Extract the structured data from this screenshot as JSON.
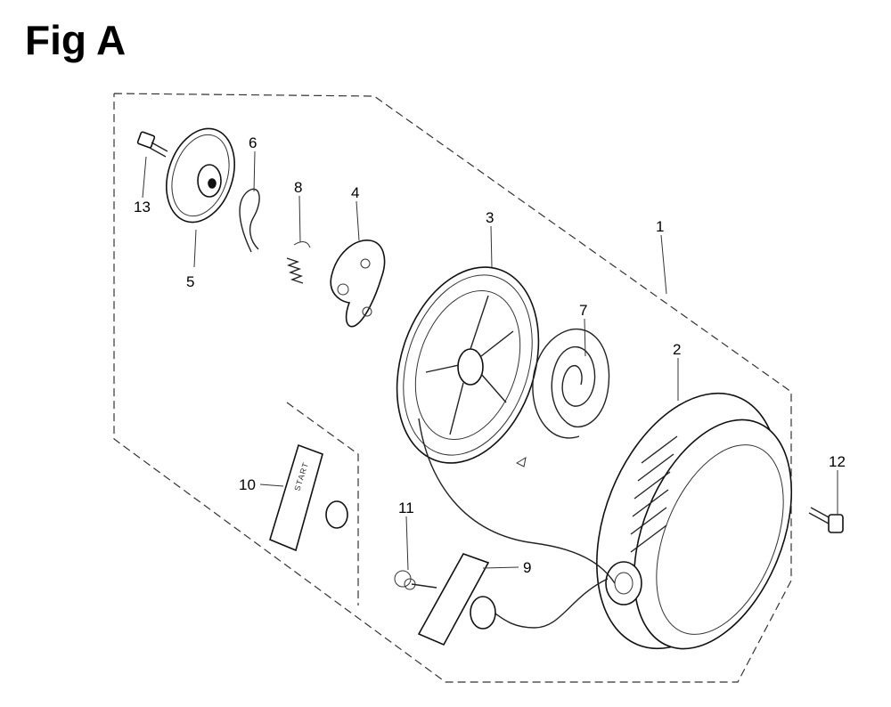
{
  "figure": {
    "title": "Fig A"
  },
  "callouts": [
    {
      "id": "1",
      "text": "1"
    },
    {
      "id": "2",
      "text": "2"
    },
    {
      "id": "3",
      "text": "3"
    },
    {
      "id": "4",
      "text": "4"
    },
    {
      "id": "5",
      "text": "5"
    },
    {
      "id": "6",
      "text": "6"
    },
    {
      "id": "7",
      "text": "7"
    },
    {
      "id": "8",
      "text": "8"
    },
    {
      "id": "9",
      "text": "9"
    },
    {
      "id": "10",
      "text": "10"
    },
    {
      "id": "11",
      "text": "11"
    },
    {
      "id": "12",
      "text": "12"
    },
    {
      "id": "13",
      "text": "13"
    }
  ],
  "grip_stamp": "START"
}
